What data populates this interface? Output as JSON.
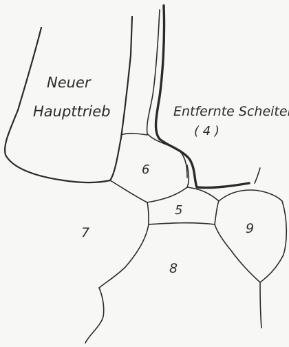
{
  "labels": {
    "neuer": "Neuer",
    "haupttrieb": "Haupttrieb",
    "entfernte": "Entfernte Scheitelzelle",
    "four": "( 4 )",
    "c5": "5",
    "c6": "6",
    "c7": "7",
    "c8": "8",
    "c9": "9"
  }
}
